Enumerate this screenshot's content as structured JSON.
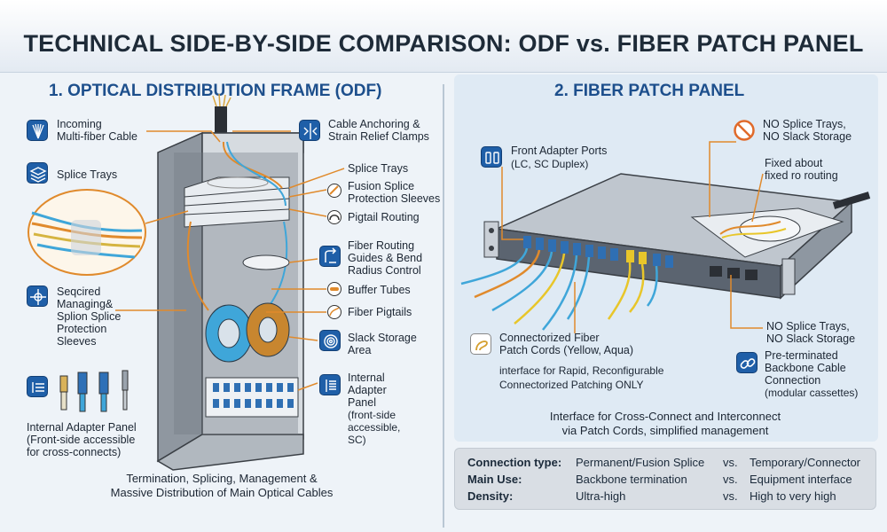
{
  "title": "TECHNICAL SIDE-BY-SIDE COMPARISON: ODF vs. FIBER PATCH PANEL",
  "odf": {
    "heading": "1. OPTICAL DISTRIBUTION FRAME (ODF)",
    "callouts": {
      "incoming": "Incoming\nMulti-fiber Cable",
      "splice_trays_left": "Splice Trays",
      "managing": "Seqcired\nManaging&\nSplion Splice\nProtection\nSleeves",
      "adapter_left": "Internal Adapter Panel\n(Front-side accessible\nfor cross-connects)",
      "anchoring": "Cable Anchoring &\nStrain Relief Clamps",
      "splice_trays_right": "Splice Trays",
      "fusion": "Fusion Splice\nProtection Sleeves",
      "pigtail_routing": "Pigtail Routing",
      "fiber_routing": "Fiber Routing\nGuides & Bend\nRadius Control",
      "buffer": "Buffer Tubes",
      "fiber_pigtails": "Fiber Pigtails",
      "slack": "Slack Storage\nArea",
      "internal_adapter": "Internal\nAdapter\nPanel",
      "internal_adapter_sub": "(front-side\naccessible,\nSC)"
    },
    "footer": "Termination, Splicing, Management &\nMassive Distribution of Main Optical Cables"
  },
  "fpp": {
    "heading": "2. FIBER PATCH PANEL",
    "callouts": {
      "front_ports": "Front Adapter Ports",
      "front_ports_sub": "(LC, SC Duplex)",
      "no_splice_top": "NO Splice Trays,\nNO Slack Storage",
      "fixed": "Fixed about\nfixed ro routing",
      "cords": "Connectorized Fiber\nPatch Cords (Yellow, Aqua)",
      "cords_sub": "interface for Rapid, Reconfigurable\nConnectorized Patching ONLY",
      "no_splice_bottom": "NO Splice Trays,\nNO Slack Storage",
      "preterminated": "Pre-terminated\nBackbone Cable\nConnection",
      "preterminated_sub": "(modular cassettes)"
    },
    "footer": "Interface for Cross-Connect and Interconnect\nvia Patch Cords, simplified management"
  },
  "comparison": [
    {
      "label": "Connection type:",
      "odf": "Permanent/Fusion Splice",
      "vs": "vs.",
      "fpp": "Temporary/Connector"
    },
    {
      "label": "Main Use:",
      "odf": "Backbone termination",
      "vs": "vs.",
      "fpp": "Equipment interface"
    },
    {
      "label": "Density:",
      "odf": "Ultra-high",
      "vs": "vs.",
      "fpp": "High to very high"
    }
  ],
  "colors": {
    "heading_blue": "#1d4f8c",
    "icon_blue": "#1f5fa8",
    "fiber_orange": "#e08a2c",
    "fiber_aqua": "#3fa6d9",
    "fiber_yellow": "#e8c62a",
    "no_red": "#e06a2a"
  },
  "icons": [
    "fiber-bundle-icon",
    "splice-tray-icon",
    "managing-icon",
    "adapter-panel-icon",
    "clamp-icon",
    "routing-guide-icon",
    "slack-coil-icon",
    "adapter-grid-icon",
    "duplex-port-icon",
    "no-sign-icon",
    "patch-cord-icon",
    "link-icon"
  ]
}
